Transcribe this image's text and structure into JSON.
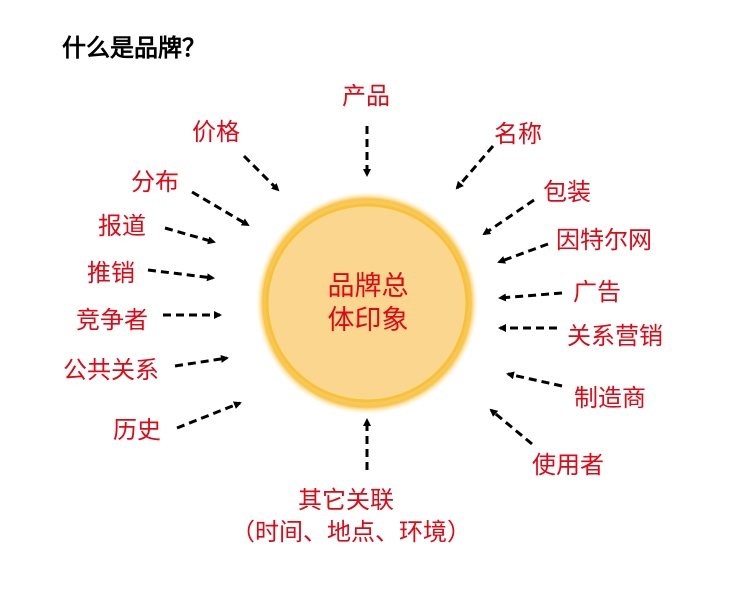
{
  "title": "什么是品牌？",
  "center": {
    "line1": "品牌总",
    "line2": "体印象",
    "color": "#e30613"
  },
  "labels": {
    "product": "产品",
    "price": "价格",
    "name": "名称",
    "distribution": "分布",
    "packaging": "包装",
    "report": "报道",
    "internet": "因特尔网",
    "promotion": "推销",
    "ads": "广告",
    "competitors": "竞争者",
    "relationship_marketing": "关系营销",
    "public_relations": "公共关系",
    "manufacturer": "制造商",
    "history": "历史",
    "users": "使用者",
    "other_line1": "其它关联",
    "other_line2": "（时间、地点、环境）"
  },
  "colors": {
    "label": "#e30613",
    "arrow": "#000000",
    "circle_fill": "#fbd58e",
    "circle_glow": "#f7c23a"
  }
}
